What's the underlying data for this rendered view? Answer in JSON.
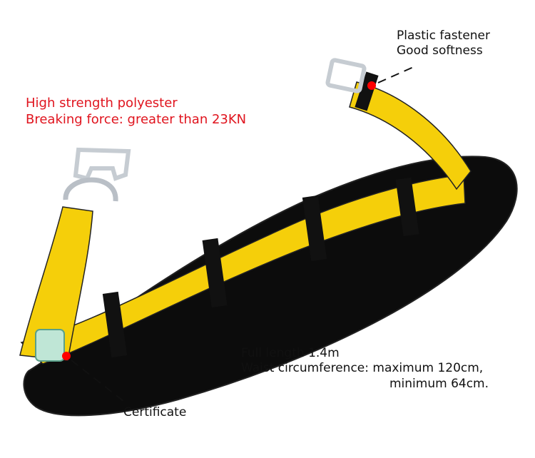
{
  "callouts": {
    "polyester": {
      "line1": "High strength polyester",
      "line2": "Breaking force: greater than 23KN",
      "color": "#e0141e"
    },
    "fastener": {
      "line1": "Plastic fastener",
      "line2": "Good softness"
    },
    "length": {
      "line1": "Full length 1.4m",
      "line2": "Waist circumference: maximum 120cm,",
      "line3": "minimum 64cm."
    },
    "certificate": {
      "label": "Certificate"
    }
  },
  "colors": {
    "strap": "#f5cf0a",
    "pad": "#0c0c0c",
    "marker": "#ff0000",
    "buckle": "#c6ccd2"
  }
}
